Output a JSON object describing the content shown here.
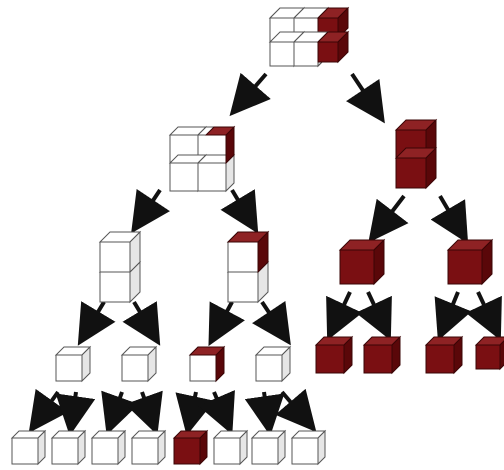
{
  "colors": {
    "white_top": "#ffffff",
    "white_front": "#ffffff",
    "white_side": "#e6e6e6",
    "red_top": "#8e2224",
    "red_front": "#7a0f12",
    "red_side": "#5a0709",
    "edge": "#555555",
    "arrow": "#111111"
  },
  "tree": {
    "id": "root",
    "shape": "2x2x2 block",
    "red_fraction": 0.25,
    "children": [
      {
        "id": "left-2x2",
        "shape": "2x2x1 block",
        "red_fraction": 0.125,
        "children": [
          {
            "id": "left-stack-a",
            "shape": "1x2 stack",
            "children": [
              {
                "id": "cube-1",
                "color": "white"
              },
              {
                "id": "cube-2",
                "color": "white"
              }
            ]
          },
          {
            "id": "left-stack-b",
            "shape": "1x2 stack",
            "children": [
              {
                "id": "cube-3",
                "color": "white"
              },
              {
                "id": "cube-4",
                "color": "white"
              }
            ]
          },
          {
            "id": "left-stack-c",
            "shape": "1x2 stack",
            "children": [
              {
                "id": "cube-5",
                "color": "red"
              },
              {
                "id": "cube-6",
                "color": "white"
              }
            ]
          },
          {
            "id": "left-stack-d",
            "shape": "1x2 stack",
            "children": [
              {
                "id": "cube-7",
                "color": "white"
              },
              {
                "id": "cube-8",
                "color": "white"
              }
            ]
          }
        ]
      },
      {
        "id": "red-block",
        "shape": "all-red block",
        "children": [
          {
            "id": "red-small-a",
            "children": [
              {
                "id": "red-cube-1"
              },
              {
                "id": "red-cube-2"
              }
            ]
          },
          {
            "id": "red-small-b",
            "children": [
              {
                "id": "red-cube-3"
              },
              {
                "id": "red-cube-4"
              }
            ]
          }
        ]
      }
    ]
  }
}
